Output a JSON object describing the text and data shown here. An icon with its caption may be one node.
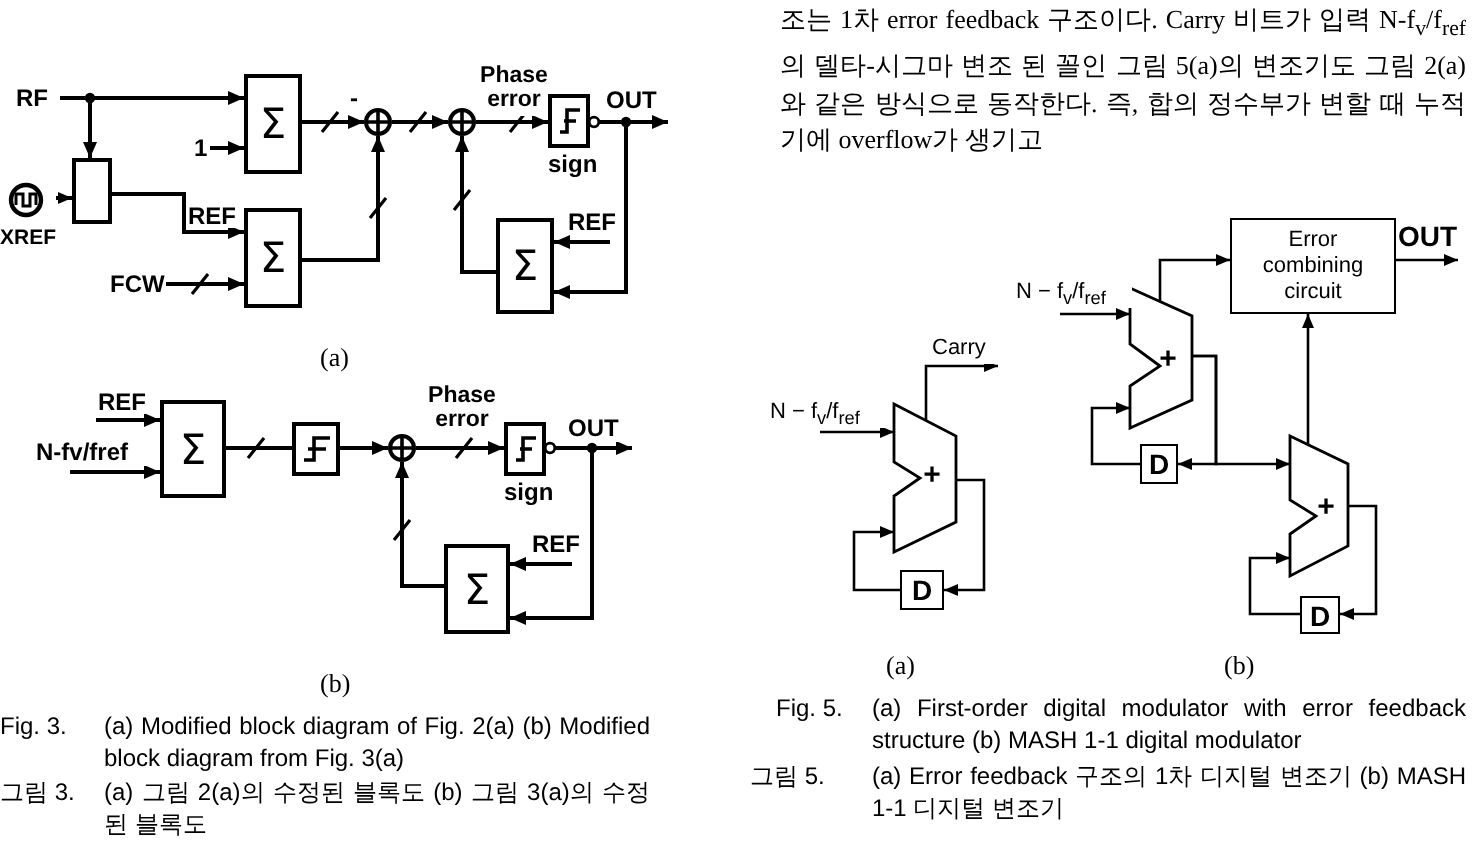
{
  "diagram": {
    "nodes": [
      {
        "text": [
          "RF"
        ]
      },
      {
        "text": [],
        "shape": "box"
      },
      {
        "text": [
          "XREF"
        ]
      },
      {
        "text": [
          "1"
        ]
      },
      {
        "text": [
          "Σ"
        ]
      },
      {
        "text": [
          "Σ"
        ]
      },
      {
        "text": [
          "FCW"
        ]
      },
      {
        "text": [],
        "shape": "circle",
        "beside": [
          "-"
        ]
      },
      {
        "text": [],
        "shape": "circle"
      },
      {
        "text": [
          "sign"
        ]
      },
      {
        "text": [
          "Σ"
        ]
      },
      {
        "text": [
          "Σ"
        ]
      },
      {
        "text": [],
        "shape": "box"
      },
      {
        "text": [],
        "shape": "circle"
      },
      {
        "text": [
          "sign"
        ]
      },
      {
        "text": [
          "Σ"
        ]
      },
      {
        "text": [
          "+"
        ]
      },
      {
        "text": [
          "D"
        ]
      },
      {
        "text": [
          "Error combining circuit"
        ]
      },
      {
        "text": [
          "+"
        ]
      },
      {
        "text": [
          "D"
        ]
      },
      {
        "text": [
          "+"
        ]
      },
      {
        "text": [
          "D"
        ]
      }
    ],
    "edges": [
      {
        "from": 0,
        "to": 4,
        "arrow": "to"
      },
      {
        "from": 0,
        "to": 1,
        "arrow": "to"
      },
      {
        "from": 2,
        "to": 1,
        "arrow": "to"
      },
      {
        "from": 3,
        "to": 4,
        "arrow": "to"
      },
      {
        "from": 1,
        "to": 5,
        "arrow": "to",
        "label": "REF"
      },
      {
        "from": 6,
        "to": 5,
        "arrow": "to"
      },
      {
        "from": 4,
        "to": 7,
        "arrow": "to"
      },
      {
        "from": 5,
        "to": 7,
        "arrow": "to"
      },
      {
        "from": 7,
        "to": 8,
        "arrow": "to"
      },
      {
        "from": 8,
        "to": 9,
        "arrow": "to",
        "label": "Phase error"
      },
      {
        "from": 9,
        "to": null,
        "arrow": "to",
        "label": "OUT"
      },
      {
        "from": null,
        "to": 10,
        "arrow": "to",
        "label": "REF"
      },
      {
        "from": 9,
        "to": 10,
        "arrow": "to"
      },
      {
        "from": 10,
        "to": 8,
        "arrow": "to"
      },
      {
        "from": null,
        "to": 11,
        "arrow": "to",
        "label": "REF"
      },
      {
        "from": null,
        "to": 11,
        "arrow": "to",
        "label": "N-fv/fref"
      },
      {
        "from": 11,
        "to": 12,
        "arrow": "none"
      },
      {
        "from": 12,
        "to": 13,
        "arrow": "to"
      },
      {
        "from": 13,
        "to": 14,
        "arrow": "to",
        "label": "Phase error"
      },
      {
        "from": 14,
        "to": null,
        "arrow": "to",
        "label": "OUT"
      },
      {
        "from": null,
        "to": 15,
        "arrow": "to",
        "label": "REF"
      },
      {
        "from": 14,
        "to": 15,
        "arrow": "to"
      },
      {
        "from": 15,
        "to": 13,
        "arrow": "to"
      },
      {
        "from": null,
        "to": 16,
        "arrow": "to",
        "label": "N − f$_{v}$/f$_{ref}$"
      },
      {
        "from": 16,
        "to": null,
        "arrow": "to",
        "label": "Carry"
      },
      {
        "from": 16,
        "to": 17,
        "arrow": "to"
      },
      {
        "from": 17,
        "to": 16,
        "arrow": "to"
      },
      {
        "from": 18,
        "to": null,
        "arrow": "to",
        "label": "OUT"
      },
      {
        "from": null,
        "to": 19,
        "arrow": "to",
        "label": "N − f$_{v}$/f$_{ref}$"
      },
      {
        "from": 19,
        "to": 18,
        "arrow": "to"
      },
      {
        "from": 19,
        "to": 20,
        "arrow": "to"
      },
      {
        "from": 19,
        "to": 21,
        "arrow": "to"
      },
      {
        "from": 20,
        "to": 19,
        "arrow": "to"
      },
      {
        "from": 21,
        "to": 18,
        "arrow": "to"
      },
      {
        "from": 21,
        "to": 22,
        "arrow": "to"
      },
      {
        "from": 22,
        "to": 21,
        "arrow": "to"
      }
    ],
    "labels": [
      "(a)",
      "(b)",
      "Fig. 3.",
      "(a) Modified block diagram of Fig. 2(a) (b) Modified block diagram from Fig. 3(a)",
      "그림 3.",
      "(a) 그림 2(a)의 수정된 블록도 (b) 그림 3(a)의 수정된 블록도",
      "조는 1차 error feedback 구조이다. Carry 비트가 입력 N-f$_{v}$/f$_{ref}$의 델타-시그마 변조 된 꼴인 그림 5(a)의 변조기도 그림 2(a)와 같은 방식으로 동작한다. 즉, 합의 정수부가 변할 때 누적기에 overflow가 생기고",
      "(a)",
      "(b)",
      "Fig. 5.",
      "(a) First-order digital modulator with error feedback structure (b) MASH 1-1 digital modulator",
      "그림 5.",
      "(a) Error feedback 구조의 1차 디지털 변조기 (b) MASH 1-1 디지털 변조기"
    ]
  }
}
